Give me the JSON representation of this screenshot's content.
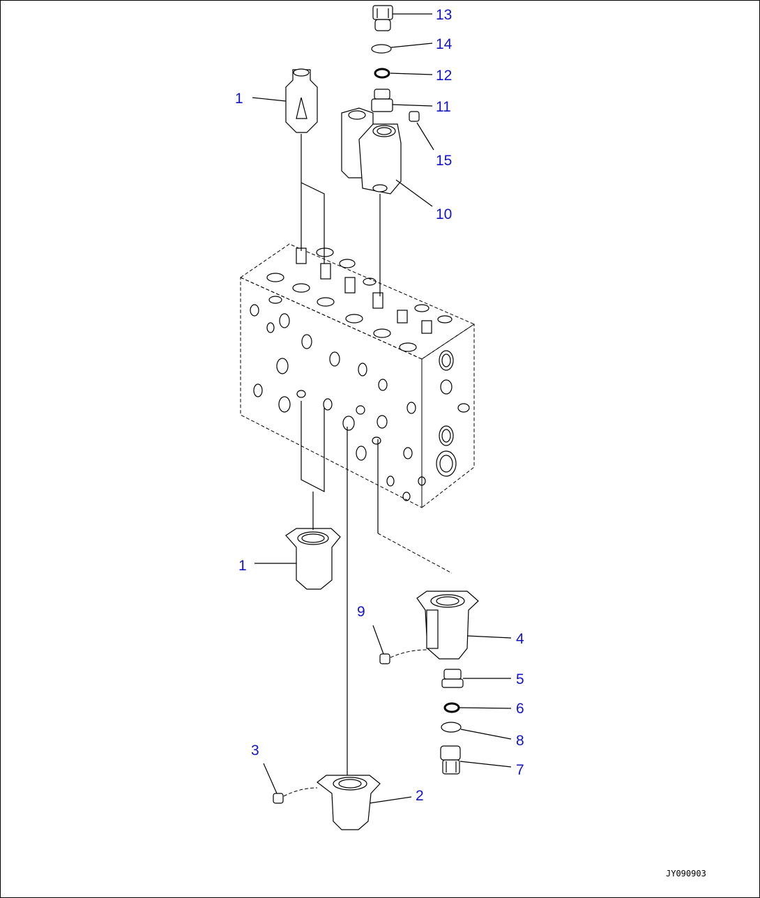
{
  "drawing": {
    "code": "JY090903",
    "callouts": [
      {
        "id": "c13",
        "label": "13"
      },
      {
        "id": "c14",
        "label": "14"
      },
      {
        "id": "c12",
        "label": "12"
      },
      {
        "id": "c1a",
        "label": "1"
      },
      {
        "id": "c11",
        "label": "11"
      },
      {
        "id": "c15",
        "label": "15"
      },
      {
        "id": "c10",
        "label": "10"
      },
      {
        "id": "c1b",
        "label": "1"
      },
      {
        "id": "c9",
        "label": "9"
      },
      {
        "id": "c4",
        "label": "4"
      },
      {
        "id": "c5",
        "label": "5"
      },
      {
        "id": "c6",
        "label": "6"
      },
      {
        "id": "c8",
        "label": "8"
      },
      {
        "id": "c7",
        "label": "7"
      },
      {
        "id": "c3",
        "label": "3"
      },
      {
        "id": "c2",
        "label": "2"
      }
    ]
  },
  "colors": {
    "callout": "#1414c8",
    "line": "#000000",
    "background": "#ffffff"
  }
}
